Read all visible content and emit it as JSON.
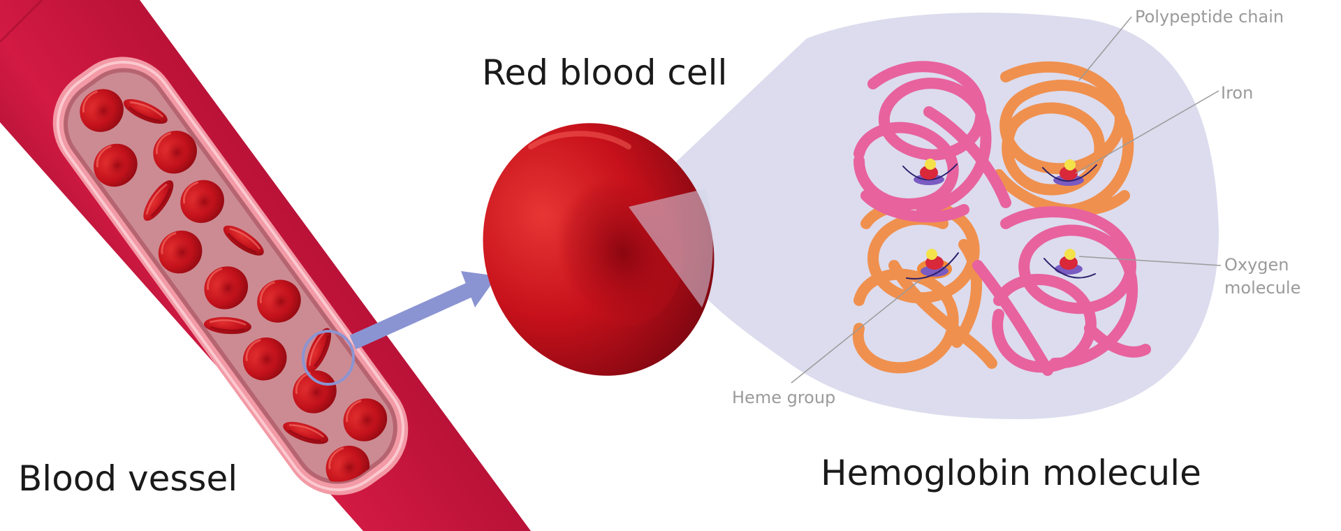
{
  "titles": {
    "blood_vessel": "Blood vessel",
    "red_blood_cell": "Red blood cell",
    "hemoglobin_molecule": "Hemoglobin molecule"
  },
  "labels": {
    "polypeptide_chain": "Polypeptide chain",
    "iron": "Iron",
    "oxygen_line1": "Oxygen",
    "oxygen_line2": "molecule",
    "heme_group": "Heme group"
  },
  "colors": {
    "vessel_wall": "#c2123a",
    "vessel_lining": "#f4a7ae",
    "vessel_lumen": "#c9868f",
    "cell_red": "#c8121e",
    "arrow": "#8b94d2",
    "zoom_bubble": "#dcdcee",
    "chain_pink": "#e8629e",
    "chain_orange": "#f0904e",
    "leader_line": "#9a9a9a"
  }
}
